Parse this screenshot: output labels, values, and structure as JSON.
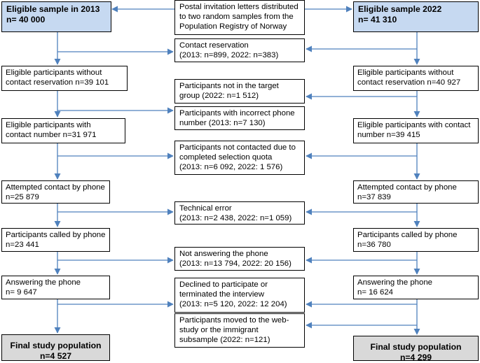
{
  "nodes": {
    "left_sample": "Eligible sample in 2013\nn= 40 000",
    "right_sample": "Eligible sample 2022\nn= 41 310",
    "postal": "Postal invitation letters distributed\nto two random samples from the\nPopulation Registry of Norway",
    "contact_reservation": "Contact reservation\n(2013: n=899, 2022: n=383)",
    "left_no_reservation": "Eligible participants without\ncontact reservation n=39 101",
    "right_no_reservation": "Eligible participants without\ncontact reservation n=40 927",
    "not_target": "Participants not in the target\ngroup (2022: n=1 512)",
    "incorrect_phone": "Participants with incorrect phone\nnumber (2013: n=7 130)",
    "left_contact_number": "Eligible participants with\ncontact number n=31 971",
    "right_contact_number": "Eligible participants with contact\nnumber n=39 415",
    "not_contacted": "Participants not contacted due to\ncompleted selection quota\n(2013: n=6 092, 2022: 1 576)",
    "left_attempted": "Attempted contact by phone\nn=25 879",
    "right_attempted": "Attempted contact by phone\nn=37 839",
    "technical_error": "Technical error\n(2013: n=2 438, 2022: n=1 059)",
    "left_called": "Participants called by phone\nn=23 441",
    "right_called": "Participants called by phone\nn=36 780",
    "not_answering": "Not answering the phone\n(2013: n=13 794, 2022: 20 156)",
    "left_answering": "Answering the phone\nn= 9 647",
    "right_answering": "Answering the phone\nn= 16 624",
    "declined": "Declined to participate or\nterminated the interview\n(2013: n=5 120, 2022: 12 204)",
    "moved": "Participants moved to the web-\nstudy or the immigrant\nsubsample (2022: n=121)",
    "left_final": "Final study population\nn=4 527",
    "right_final": "Final study population\nn=4 299"
  }
}
